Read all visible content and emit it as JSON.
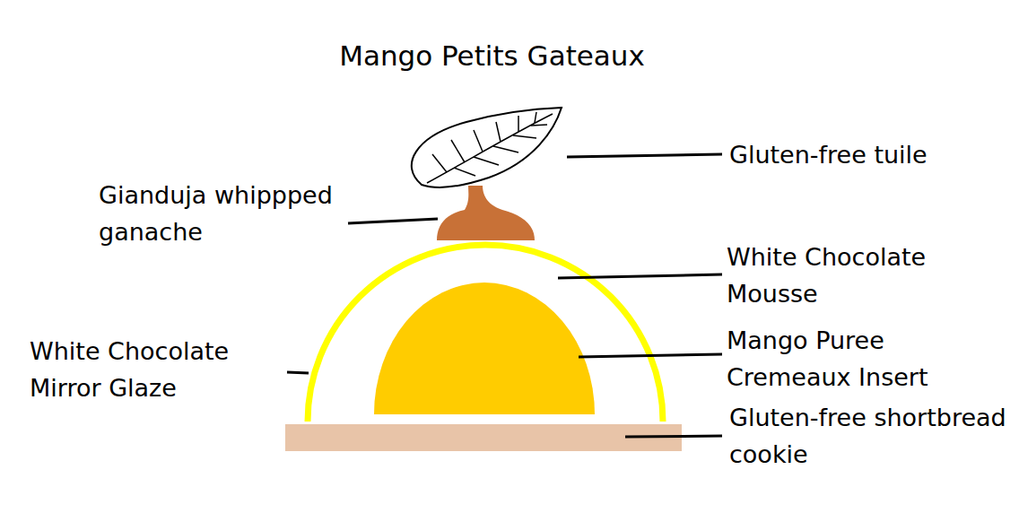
{
  "diagram": {
    "title": "Mango Petits Gateaux",
    "labels": [
      "Gluten-free tuile",
      "Gianduja whippped ganache",
      "White Chocolate Mousse",
      "Mango Puree Cremeaux Insert",
      "White Chocolate Mirror Glaze",
      "Gluten-free shortbread cookie"
    ]
  }
}
